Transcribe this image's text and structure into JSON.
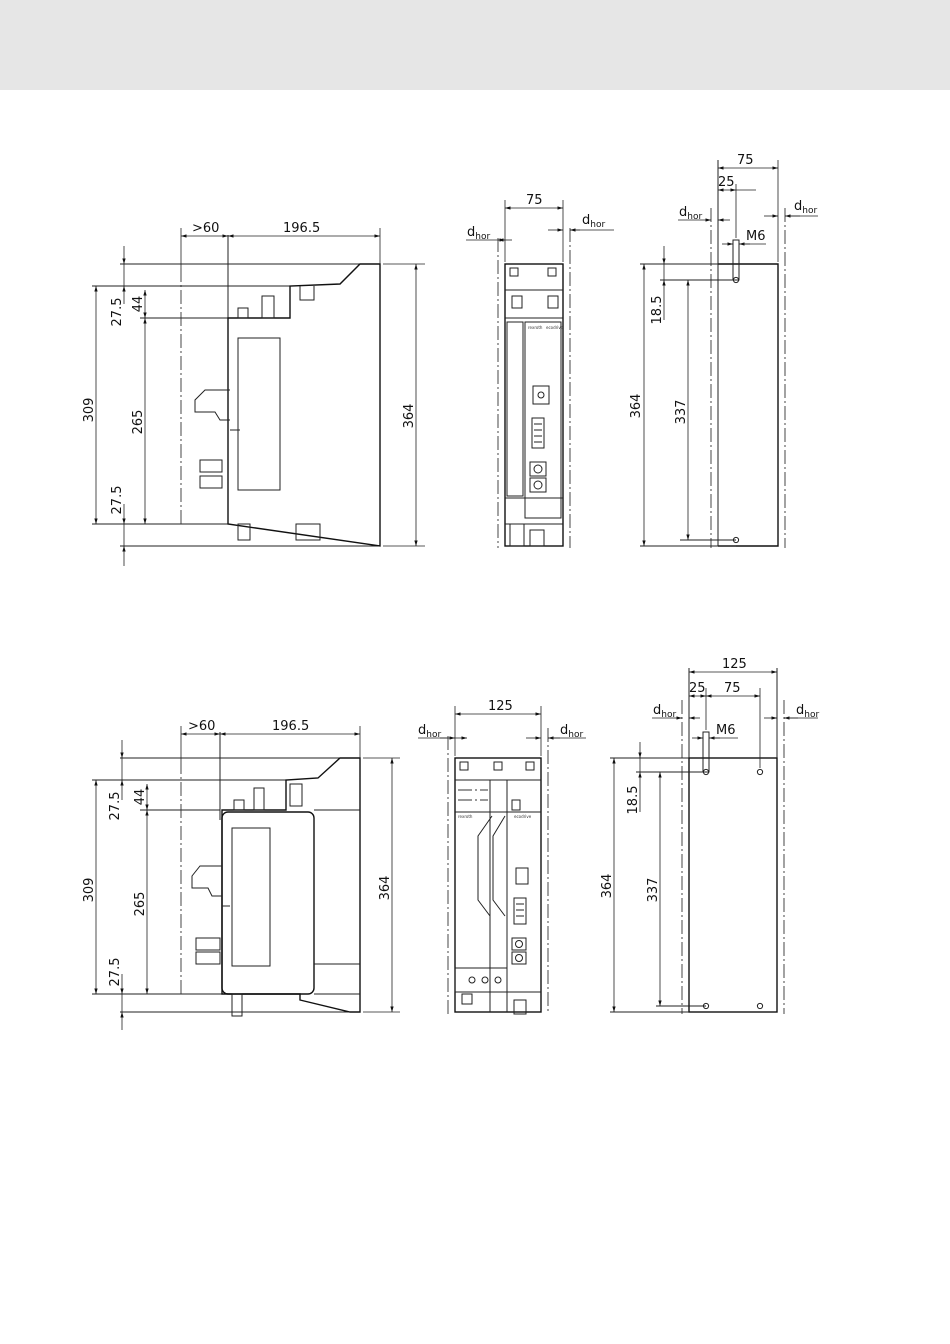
{
  "dim": {
    "d60": ">60",
    "d196": "196.5",
    "d364": "364",
    "d309": "309",
    "d275": "27.5",
    "d44": "44",
    "d265": "265",
    "d75": "75",
    "d125": "125",
    "d25": "25",
    "d185": "18.5",
    "d337": "337",
    "m6": "M6",
    "dhor_d": "d",
    "dhor_sub": "hor"
  }
}
